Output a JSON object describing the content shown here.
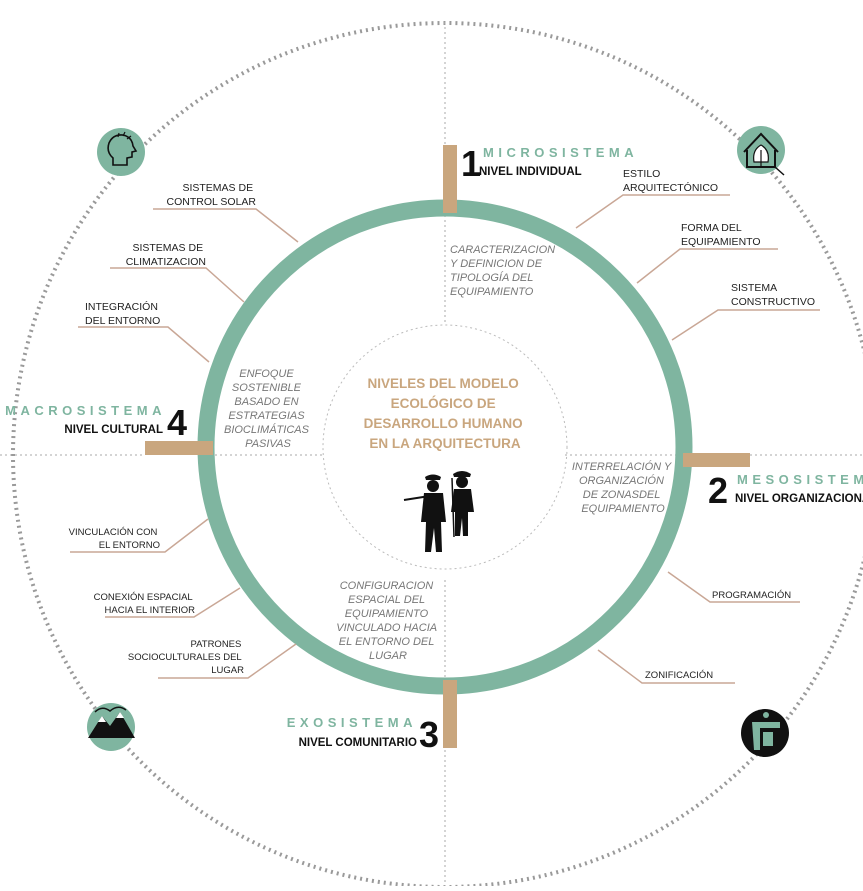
{
  "center": {
    "title_lines": [
      "NIVELES DEL MODELO",
      "ECOLÓGICO DE",
      "DESARROLLO HUMANO",
      "EN LA ARQUITECTURA"
    ]
  },
  "systems": {
    "micro": {
      "name": "MICROSISTEMA",
      "level": "NIVEL INDIVIDUAL",
      "number": "1",
      "desc_lines": [
        "CARACTERIZACION",
        "Y DEFINICION DE",
        "TIPOLOGÍA DEL",
        "EQUIPAMIENTO"
      ]
    },
    "meso": {
      "name": "MESOSISTEMA",
      "level": "NIVEL ORGANIZACIONAL",
      "number": "2",
      "desc_lines": [
        "INTERRELACIÓN Y",
        "ORGANIZACIÓN",
        "DE ZONASDEL",
        "EQUIPAMIENTO"
      ]
    },
    "exo": {
      "name": "EXOSISTEMA",
      "level": "NIVEL COMUNITARIO",
      "number": "3",
      "desc_lines": [
        "CONFIGURACION",
        "ESPACIAL DEL",
        "EQUIPAMIENTO",
        "VINCULADO HACIA",
        "EL ENTORNO DEL",
        "LUGAR"
      ]
    },
    "macro": {
      "name": "MACROSISTEMA",
      "level": "NIVEL CULTURAL",
      "number": "4",
      "desc_lines": [
        "ENFOQUE",
        "SOSTENIBLE",
        "BASADO EN",
        "ESTRATEGIAS",
        "BIOCLIMÁTICAS",
        "PASIVAS"
      ]
    }
  },
  "labels": {
    "estilo": [
      "ESTILO",
      "ARQUITECTÓNICO"
    ],
    "forma": [
      "FORMA DEL",
      "EQUIPAMIENTO"
    ],
    "sistema": [
      "SISTEMA",
      "CONSTRUCTIVO"
    ],
    "programacion": [
      "PROGRAMACIÓN"
    ],
    "zonificacion": [
      "ZONIFICACIÓN"
    ],
    "patrones": [
      "PATRONES",
      "SOCIOCULTURALES DEL",
      "LUGAR"
    ],
    "conexion": [
      "CONEXIÓN ESPACIAL",
      "HACIA EL INTERIOR"
    ],
    "vinculacion": [
      "VINCULACIÓN CON",
      "EL ENTORNO"
    ],
    "integracion": [
      "INTEGRACIÓN",
      "DEL ENTORNO"
    ],
    "climatizacion": [
      "SISTEMAS DE",
      "CLIMATIZACION"
    ],
    "control": [
      "SISTEMAS DE",
      "CONTROL SOLAR"
    ]
  },
  "icons": {
    "top_left": "head-icon",
    "top_right": "house-tree-icon",
    "bottom_left": "mountains-icon",
    "bottom_right": "community-icon",
    "center": "people-silhouette-icon"
  },
  "colors": {
    "ring": "#7fb5a0",
    "accent_tan": "#c9a67e",
    "dotted": "#9a9a9a",
    "leader": "#c9a796"
  }
}
